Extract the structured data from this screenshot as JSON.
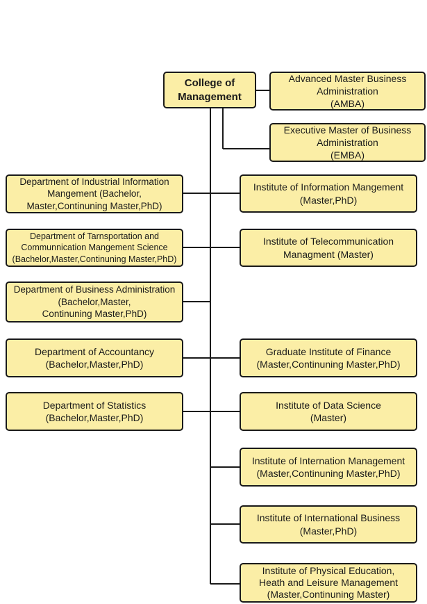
{
  "colors": {
    "box_fill": "#fbeea6",
    "box_border": "#1a1a1a",
    "connector": "#1a1a1a"
  },
  "root": {
    "label": "College of\nManagement"
  },
  "executive_programs": [
    {
      "id": "amba",
      "label": "Advanced Master Business\nAdministration\n(AMBA)"
    },
    {
      "id": "emba",
      "label": "Executive Master of Business\nAdministration\n(EMBA)"
    }
  ],
  "departments": [
    {
      "id": "dept-industrial-information",
      "label": "Department of Industrial Information\nMangement (Bachelor,\nMaster,Continuning Master,PhD)"
    },
    {
      "id": "dept-transportation",
      "label": "Department of Tarnsportation and\nCommunnication Mangement Science\n(Bachelor,Master,Continuning Master,PhD)"
    },
    {
      "id": "dept-business-administration",
      "label": "Department of Business Administration\n(Bachelor,Master,\nContinuning Master,PhD)"
    },
    {
      "id": "dept-accountancy",
      "label": "Department of Accountancy\n(Bachelor,Master,PhD)"
    },
    {
      "id": "dept-statistics",
      "label": "Department of Statistics\n(Bachelor,Master,PhD)"
    }
  ],
  "institutes": [
    {
      "id": "inst-information",
      "label": "Institute of Information Mangement\n(Master,PhD)"
    },
    {
      "id": "inst-telecommunication",
      "label": "Institute of Telecommunication\nManagment (Master)"
    },
    {
      "id": "inst-finance",
      "label": "Graduate Institute of Finance\n(Master,Continuning Master,PhD)"
    },
    {
      "id": "inst-data-science",
      "label": "Institute of Data Science\n(Master)"
    },
    {
      "id": "inst-internation-management",
      "label": "Institute of Internation Management\n(Master,Continuning Master,PhD)"
    },
    {
      "id": "inst-international-business",
      "label": "Institute of International Business\n(Master,PhD)"
    },
    {
      "id": "inst-physical-education",
      "label": "Institute of Physical Education,\nHeath and Leisure Management\n(Master,Continuning Master)"
    }
  ]
}
